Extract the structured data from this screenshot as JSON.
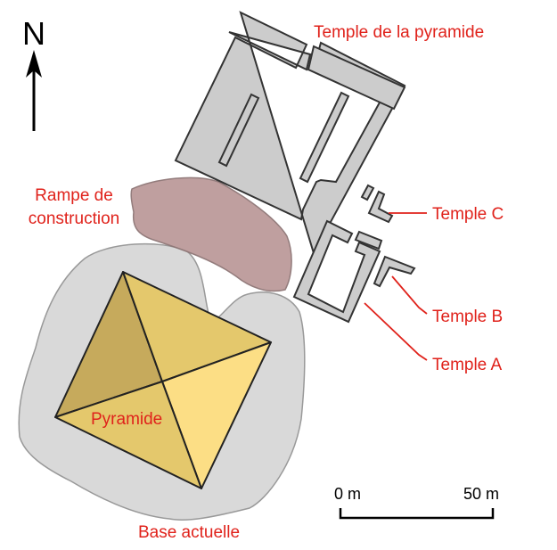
{
  "labels": {
    "north": "N",
    "temple_pyramide": "Temple de la pyramide",
    "rampe_line1": "Rampe de",
    "rampe_line2": "construction",
    "temple_c": "Temple C",
    "temple_b": "Temple B",
    "temple_a": "Temple A",
    "pyramide": "Pyramide",
    "base_actuelle": "Base actuelle"
  },
  "scale_bar": {
    "start_label": "0 m",
    "end_label": "50 m"
  },
  "colors": {
    "label_red": "#e0221b",
    "base_gray": "#d9d9d9",
    "wall_gray": "#cccccc",
    "outline": "#333333",
    "ramp": "#bc9a9a",
    "pyramid_dark": "#c6aa5c",
    "pyramid_light": "#e4c86c",
    "pyramid_bright": "#fcde85"
  }
}
